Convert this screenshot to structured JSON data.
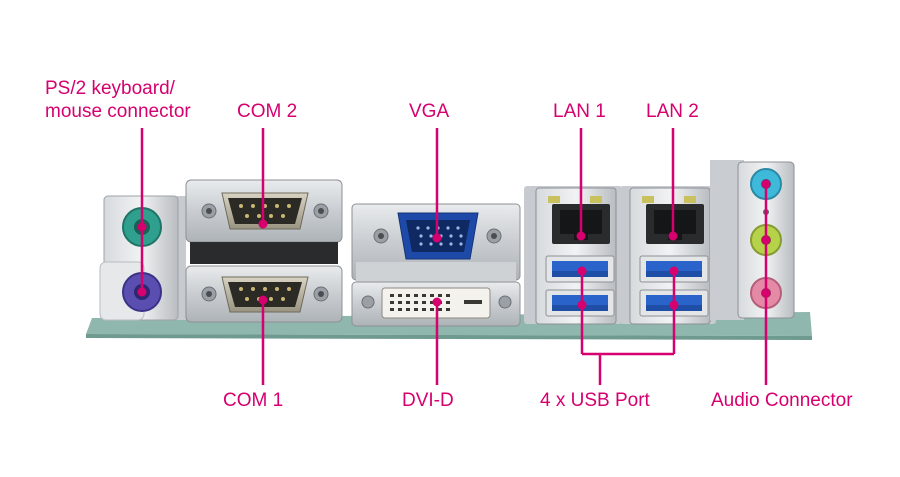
{
  "labels": {
    "ps2_line1": "PS/2 keyboard/",
    "ps2_line2": "mouse connector",
    "com2": "COM 2",
    "vga": "VGA",
    "lan1": "LAN 1",
    "lan2": "LAN 2",
    "com1": "COM 1",
    "dvid": "DVI-D",
    "usb": "4 x USB Port",
    "audio": "Audio Connector"
  },
  "colors": {
    "callout": "#d6006f",
    "pcb": "#8fb7ad",
    "vga_blue": "#1d4aa8",
    "usb_blue": "#2a63c9",
    "ps2_keyboard": "#2f9f8e",
    "ps2_mouse": "#5a4fb0",
    "audio_blue": "#3fb9d9",
    "audio_green": "#b6d24a",
    "audio_pink": "#e58aa6"
  }
}
